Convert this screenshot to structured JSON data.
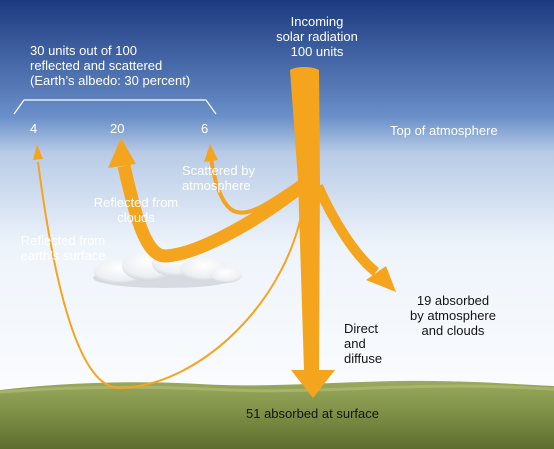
{
  "labels": {
    "incoming": "Incoming\nsolar radiation\n100 units",
    "reflected_summary": "30 units out of 100\nreflected and scattered\n(Earth’s albedo: 30 percent)",
    "value_surface": "4",
    "value_clouds": "20",
    "value_atmosphere": "6",
    "top_of_atmosphere": "Top of atmosphere",
    "scattered_by_atmosphere": "Scattered by\natmosphere",
    "reflected_from_clouds": "Reflected from\nclouds",
    "reflected_from_surface": "Reflected from\nearth’s surface",
    "absorbed_atmosphere": "19 absorbed\nby atmosphere\nand clouds",
    "direct_diffuse": "Direct\nand\ndiffuse",
    "absorbed_surface": "51 absorbed at surface"
  },
  "colors": {
    "sky_top": "#1c3a80",
    "sky_mid": "#6a8fc9",
    "sky_low": "#eef4fb",
    "arrow": "#f5a41e",
    "ground": "#7f9247"
  }
}
